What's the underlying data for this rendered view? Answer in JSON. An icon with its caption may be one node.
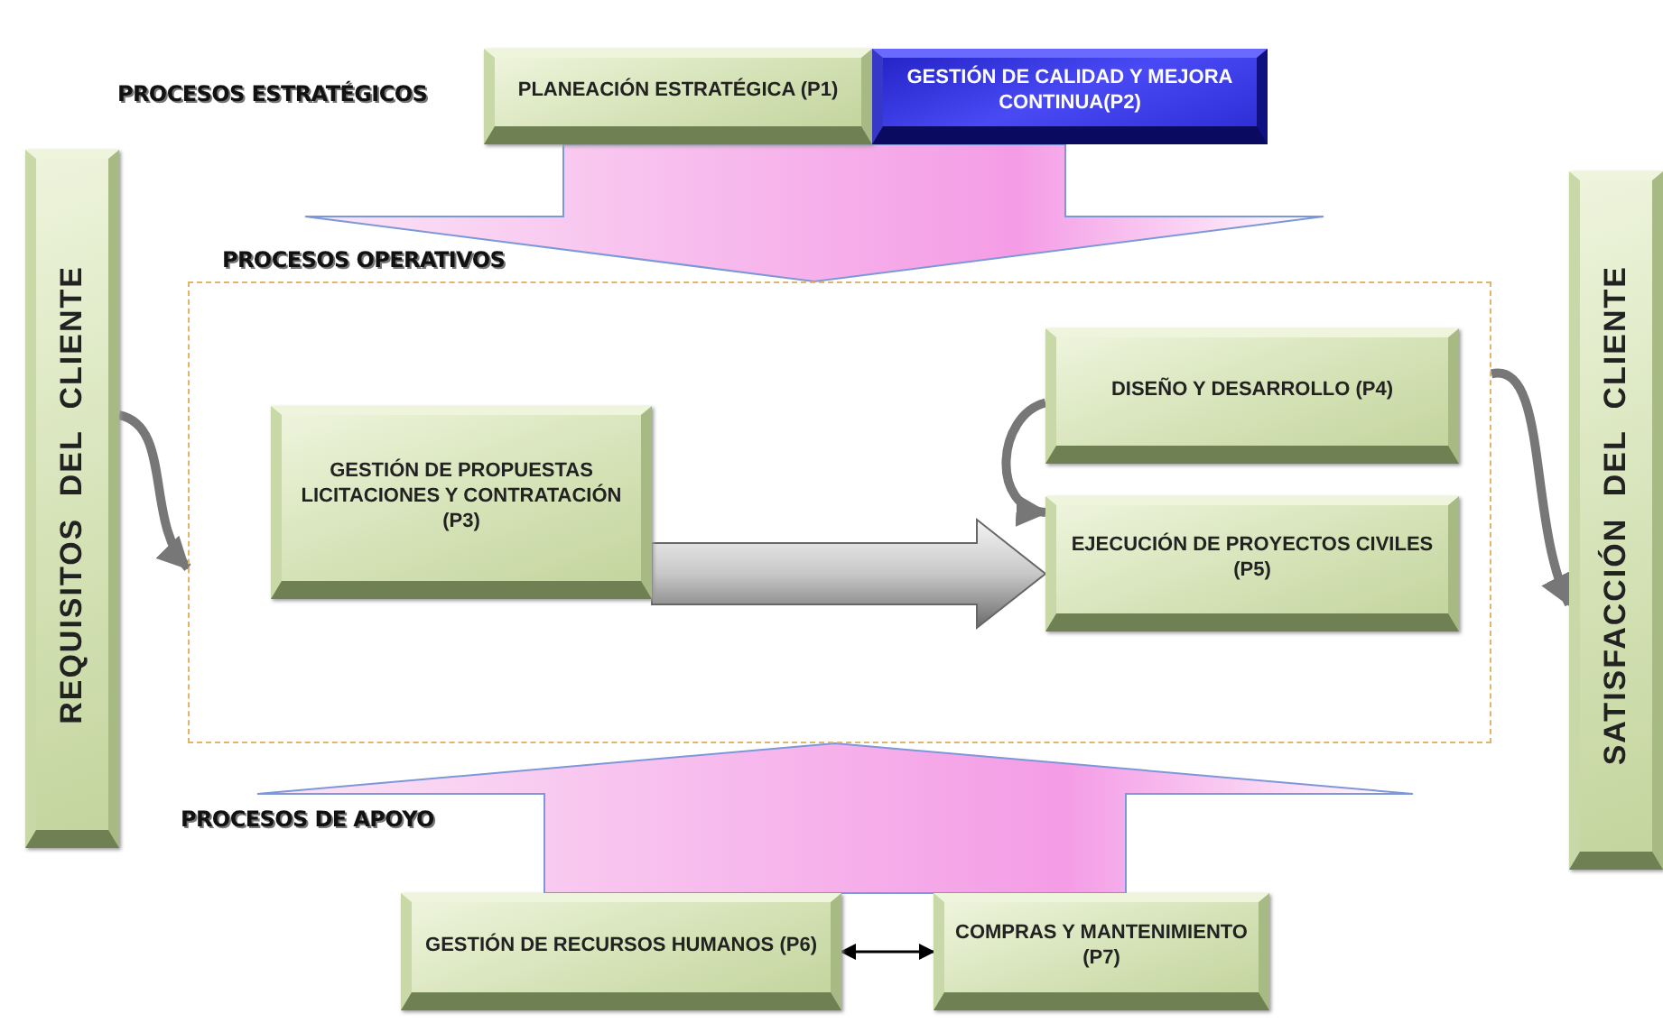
{
  "diagram": {
    "nodes": [
      {
        "text": [
          "PLANEACIÓN ESTRATÉGICA (P1)"
        ]
      },
      {
        "text": [
          "GESTIÓN DE CALIDAD Y MEJORA CONTINUA(P2)"
        ]
      },
      {
        "text": [
          "REQUISITOS DEL CLIENTE"
        ]
      },
      {
        "text": [
          "SATISFACCIÓN DEL CLIENTE"
        ]
      },
      {
        "text": [
          "PROCESOS OPERATIVOS"
        ]
      },
      {
        "text": [
          "GESTIÓN DE PROPUESTAS LICITACIONES Y CONTRATACIÓN (P3)"
        ],
        "in": 4
      },
      {
        "text": [
          "DISEÑO Y DESARROLLO (P4)"
        ],
        "in": 4
      },
      {
        "text": [
          "EJECUCIÓN DE PROYECTOS CIVILES (P5)"
        ],
        "in": 4
      },
      {
        "text": [
          "GESTIÓN DE RECURSOS HUMANOS (P6)"
        ]
      },
      {
        "text": [
          "COMPRAS Y MANTENIMIENTO (P7)"
        ]
      }
    ],
    "edges": [
      {
        "from": 0,
        "to": 4,
        "arrow": "to",
        "style": "thick",
        "color": "#f49ce6"
      },
      {
        "from": 1,
        "to": 4,
        "arrow": "to",
        "style": "thick",
        "color": "#f49ce6"
      },
      {
        "from": 2,
        "to": 4,
        "arrow": "to"
      },
      {
        "from": 5,
        "to": 7,
        "arrow": "to",
        "style": "thick"
      },
      {
        "from": 6,
        "to": 7,
        "arrow": "to"
      },
      {
        "from": 4,
        "to": 3,
        "arrow": "to"
      },
      {
        "from": 8,
        "to": 4,
        "arrow": "to",
        "style": "thick",
        "color": "#f49ce6"
      },
      {
        "from": 9,
        "to": 4,
        "arrow": "to",
        "style": "thick",
        "color": "#f49ce6"
      },
      {
        "from": 8,
        "to": 9,
        "arrow": "both",
        "color": "#000000"
      }
    ],
    "labels": [
      "PROCESOS ESTRATÉGICOS",
      "PROCESOS DE APOYO"
    ]
  }
}
